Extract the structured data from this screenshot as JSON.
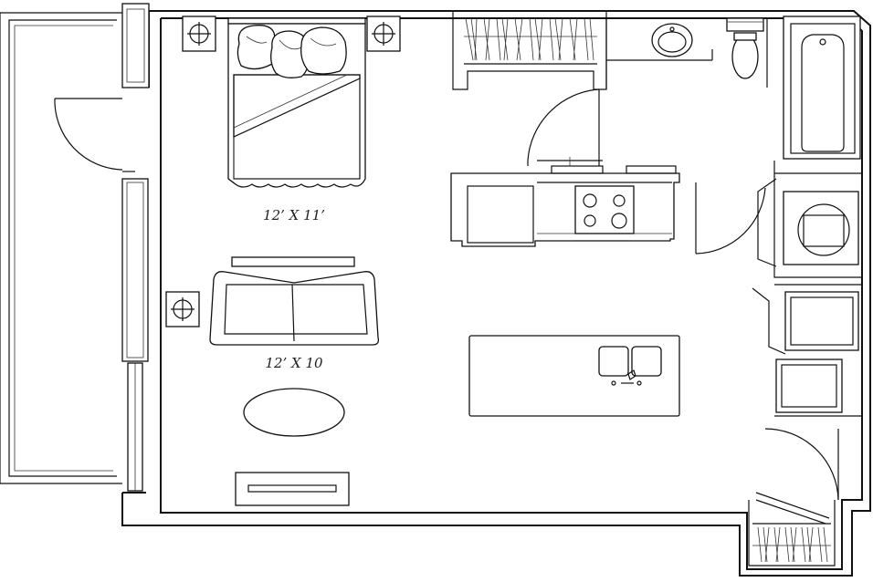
{
  "plan": {
    "rooms": [
      {
        "id": "bedroom",
        "dimension": "12’ X 11’"
      },
      {
        "id": "living",
        "dimension": "12’ X 10"
      }
    ]
  }
}
